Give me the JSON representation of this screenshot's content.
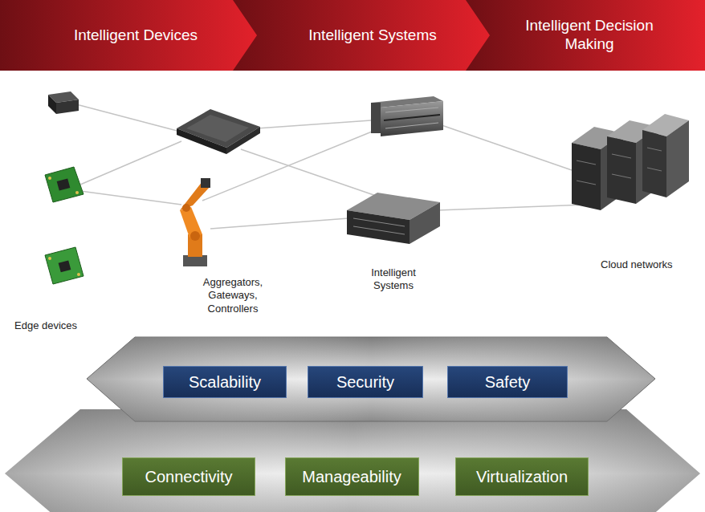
{
  "diagram": {
    "nodes": [
      {
        "text": [
          "Intelligent Devices"
        ]
      },
      {
        "text": [
          "Intelligent Systems"
        ]
      },
      {
        "text": [
          "Intelligent Decision Making"
        ]
      },
      {
        "text": [
          "Scalability"
        ]
      },
      {
        "text": [
          "Security"
        ]
      },
      {
        "text": [
          "Safety"
        ]
      },
      {
        "text": [
          "Connectivity"
        ]
      },
      {
        "text": [
          "Manageability"
        ]
      },
      {
        "text": [
          "Virtualization"
        ]
      }
    ],
    "labels": [
      "Edge devices",
      "Aggregators, Gateways, Controllers",
      "Intelligent Systems",
      "Cloud networks"
    ]
  }
}
